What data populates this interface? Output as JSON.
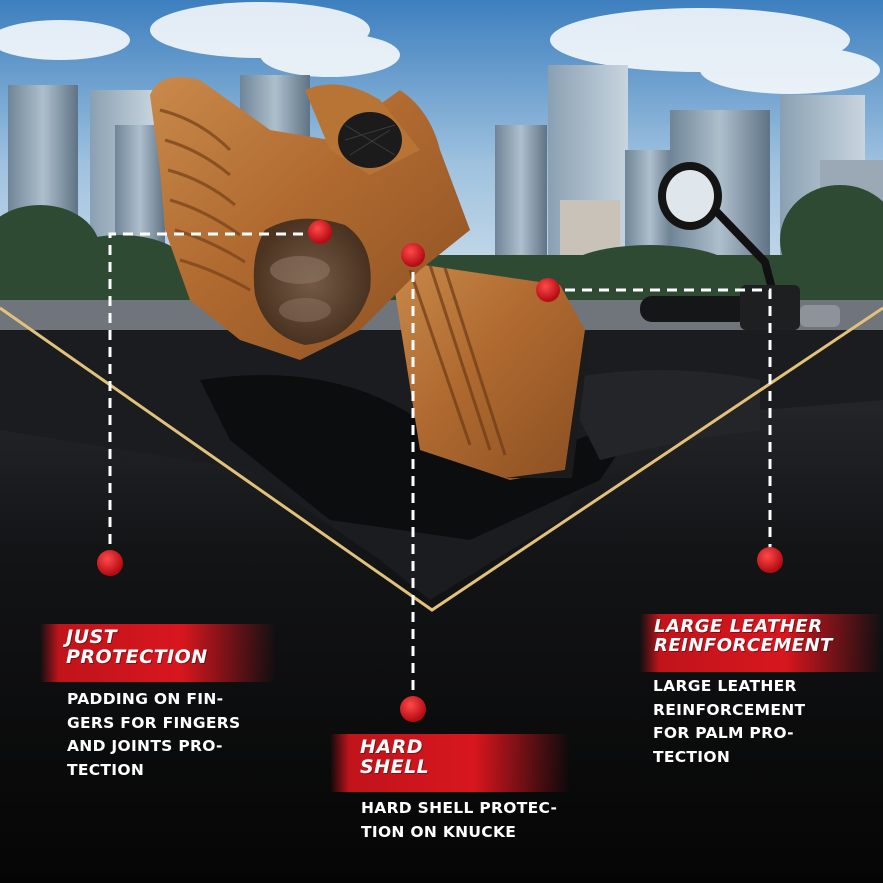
{
  "colors": {
    "accent_red": "#d8161e",
    "frame_gold": "#e2c27a",
    "sky_top": "#3d7fbf",
    "glove_brown": "#b8733a"
  },
  "callouts": {
    "just_protection": {
      "title_line1": "JUST",
      "title_line2": "PROTECTION",
      "description": "PADDING ON FIN-\nGERS FOR FINGERS\nAND JOINTS PRO-\nTECTION"
    },
    "hard_shell": {
      "title_line1": "HARD",
      "title_line2": "SHELL",
      "description": "HARD SHELL PROTEC-\nTION ON KNUCKE"
    },
    "large_leather": {
      "title_line1": "LARGE LEATHER",
      "title_line2": "REINFORCEMENT",
      "description": "LARGE LEATHER\nREINFORCEMENT\nFOR PALM PRO-\nTECTION"
    }
  },
  "image_subjects": [
    "motorcycle-glove",
    "city-skyline",
    "motorcycle-mirror",
    "motorcycle-handlebar"
  ]
}
